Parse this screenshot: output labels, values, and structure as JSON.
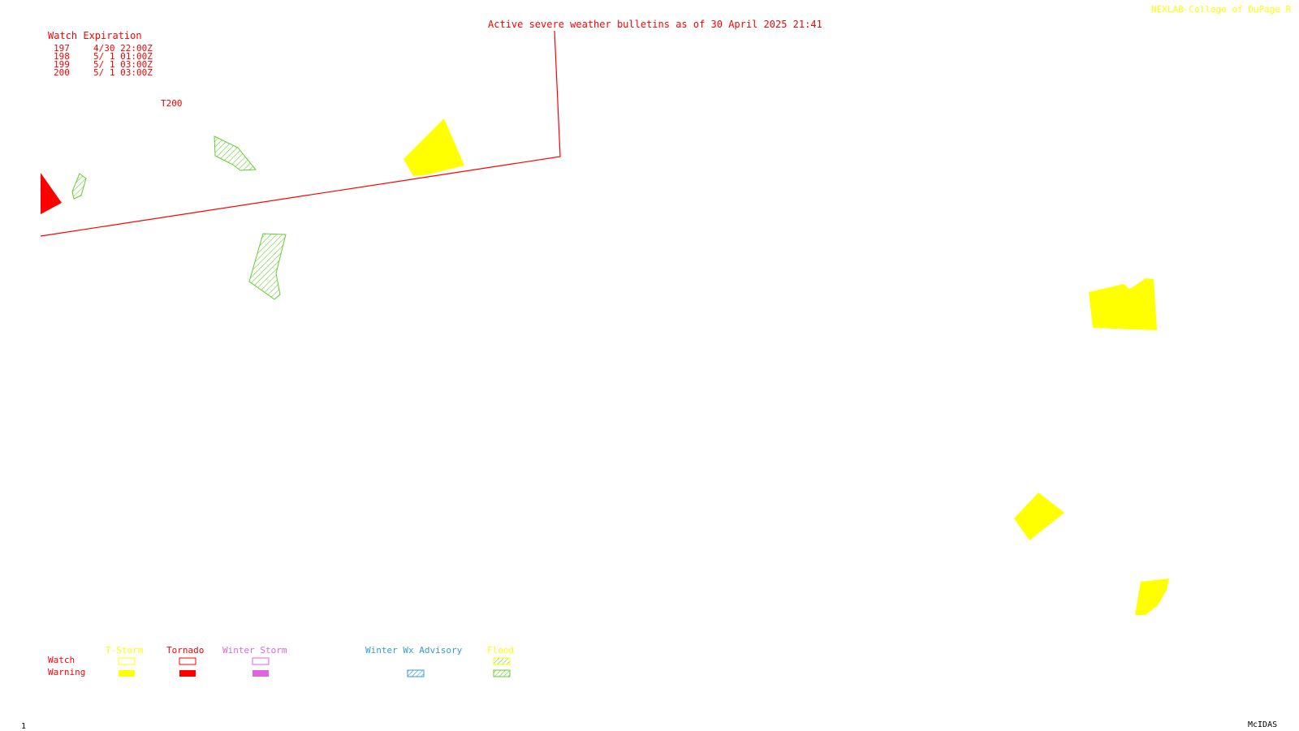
{
  "header": {
    "title": "Active severe weather bulletins as of 30 April 2025 21:41",
    "credit": "NEXLAB-College of DuPage R"
  },
  "watch_table": {
    "heading": "Watch Expiration",
    "rows": [
      {
        "id": "197",
        "expires": "4/30 22:00Z"
      },
      {
        "id": "198",
        "expires": "5/ 1 01:00Z"
      },
      {
        "id": "199",
        "expires": "5/ 1 03:00Z"
      },
      {
        "id": "200",
        "expires": "5/ 1 03:00Z"
      }
    ]
  },
  "map": {
    "watch_label": "T200",
    "colors": {
      "tornado": "#ff0000",
      "tstorm": "#ffff00",
      "flood": "#66cc33",
      "winter_storm": "#dd66dd",
      "winter_adv": "#3399dd"
    }
  },
  "legend": {
    "row_labels": {
      "watch": "Watch",
      "warning": "Warning"
    },
    "columns": [
      {
        "label": "T-Storm",
        "color": "#ffff00"
      },
      {
        "label": "Tornado",
        "color": "#ff0000"
      },
      {
        "label": "Winter Storm",
        "color": "#dd66dd"
      },
      {
        "label": "Winter Wx Advisory",
        "color": "#3399dd"
      },
      {
        "label": "Flood",
        "color": "#ffff00"
      }
    ]
  },
  "footer": {
    "frame_number": "1",
    "software": "McIDAS"
  }
}
